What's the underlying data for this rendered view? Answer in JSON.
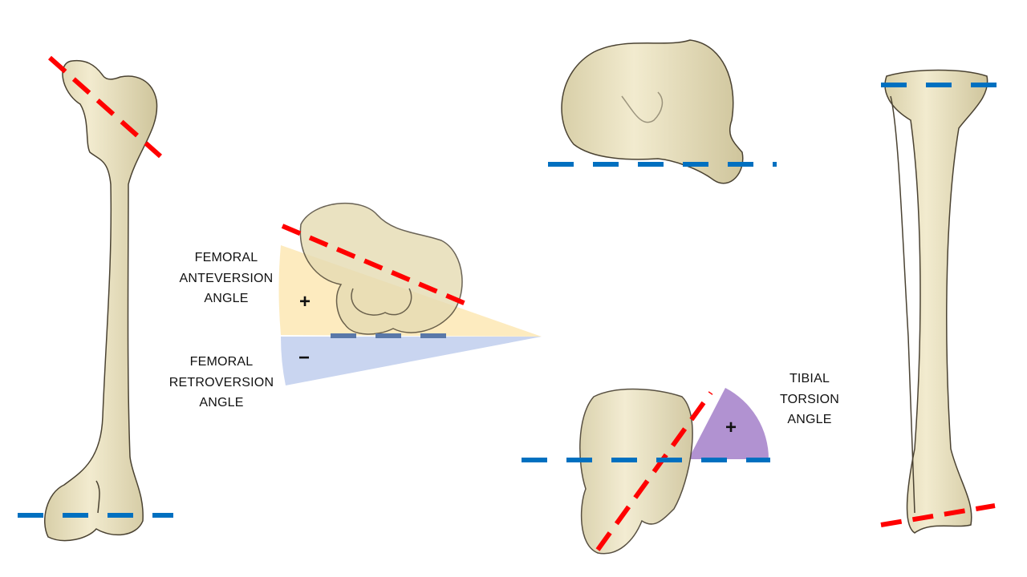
{
  "labels": {
    "anteversion": [
      "FEMORAL",
      "ANTEVERSION",
      "ANGLE"
    ],
    "anteversion_sign": "+",
    "retroversion": [
      "FEMORAL",
      "RETROVERSION",
      "ANGLE"
    ],
    "retroversion_sign": "−",
    "tibial": [
      "TIBIAL",
      "TORSION",
      "ANGLE"
    ],
    "tibial_sign": "+"
  },
  "colors": {
    "bone": "#ede5c6",
    "bone_stroke": "#4a4232",
    "red_line": "#ff0000",
    "blue_line": "#0070c0",
    "anteversion_fill": "#fde9b8",
    "retroversion_fill": "#c9d5f0",
    "tibial_fill": "#a37fc9"
  }
}
